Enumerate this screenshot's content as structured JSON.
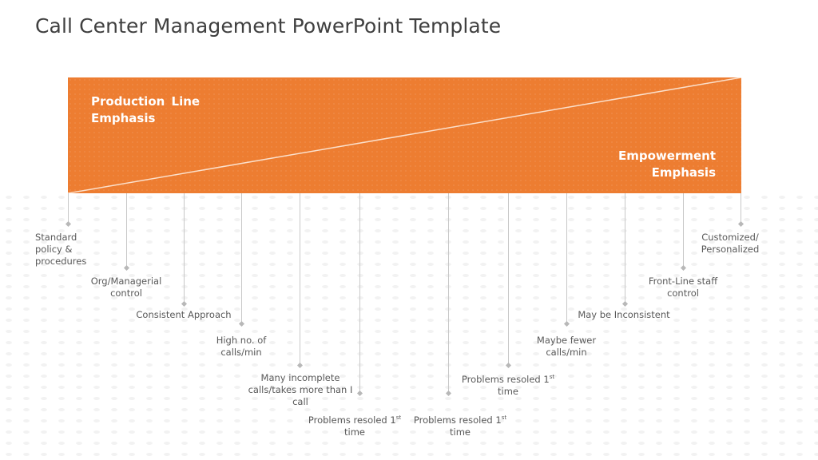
{
  "slide": {
    "title": "Call Center Management PowerPoint Template",
    "accent_color": "#ed7d31"
  },
  "banner": {
    "left_label_line1": "Production  Line",
    "left_label_line2": "Emphasis",
    "right_label_line1": "Empowerment",
    "right_label_line2": "Emphasis"
  },
  "items": [
    {
      "lines": [
        "Standard",
        "policy &",
        "procedures"
      ],
      "align": "left"
    },
    {
      "lines": [
        "Org/Managerial",
        "control"
      ]
    },
    {
      "lines": [
        "Consistent Approach"
      ]
    },
    {
      "lines": [
        "High  no. of",
        "calls/min"
      ]
    },
    {
      "lines": [
        "Many incomplete",
        "calls/takes more than I",
        "call"
      ]
    },
    {
      "text": "Problems resoled 1",
      "sup": "st",
      "line2": "time"
    },
    {
      "text": "Problems resoled 1",
      "sup": "st",
      "line2": "time"
    },
    {
      "text": "Problems resoled 1",
      "sup": "st",
      "line2": "time"
    },
    {
      "lines": [
        "Maybe fewer",
        "calls/min"
      ]
    },
    {
      "lines": [
        "May be Inconsistent"
      ]
    },
    {
      "lines": [
        "Front-Line staff",
        "control"
      ]
    },
    {
      "lines": [
        "Customized/",
        "Personalized"
      ]
    }
  ]
}
